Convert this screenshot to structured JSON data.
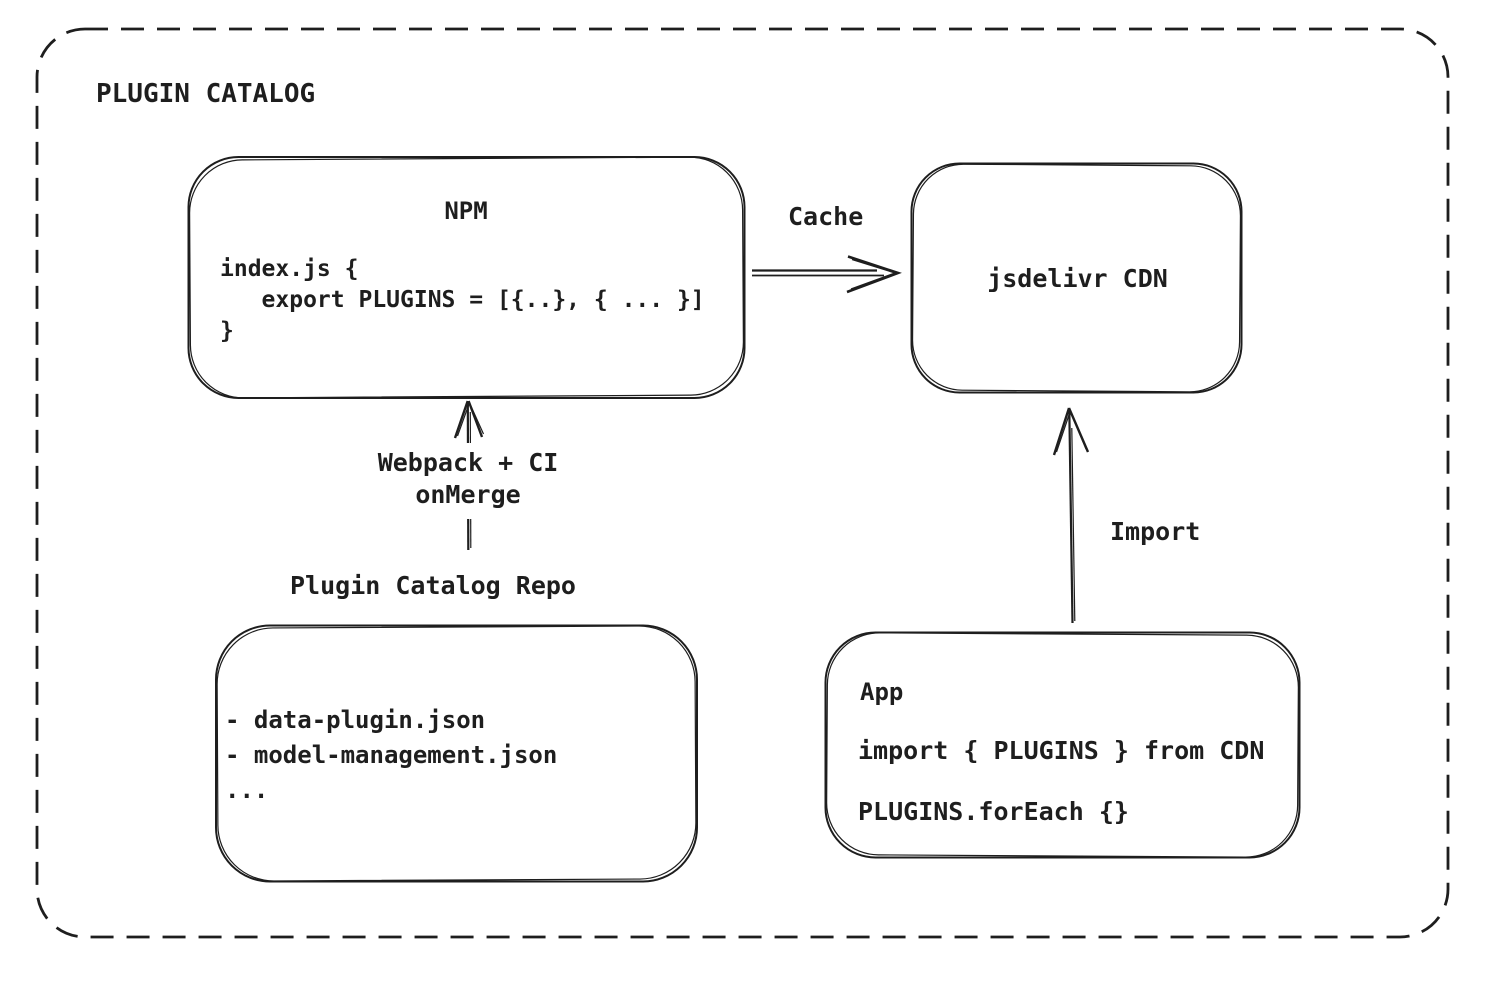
{
  "diagram": {
    "title": "PLUGIN CATALOG",
    "colors": {
      "stroke": "#1e1e1e",
      "text": "#1e1e1e",
      "background": "#ffffff"
    },
    "nodes": {
      "npm": {
        "title": "NPM",
        "code": "index.js {\n   export PLUGINS = [{..}, { ... }]\n}"
      },
      "cdn": {
        "label": "jsdelivr CDN"
      },
      "repo": {
        "label": "Plugin Catalog Repo",
        "files": "- data-plugin.json\n- model-management.json\n..."
      },
      "app": {
        "title": "App",
        "import_line": "import { PLUGINS } from CDN",
        "foreach_line": "PLUGINS.forEach {}"
      }
    },
    "edges": {
      "cache": {
        "label": "Cache",
        "from": "NPM",
        "to": "jsdelivr CDN"
      },
      "build": {
        "label": "Webpack + CI\nonMerge",
        "from": "Plugin Catalog Repo",
        "to": "NPM"
      },
      "import": {
        "label": "Import",
        "from": "App",
        "to": "jsdelivr CDN"
      }
    }
  }
}
